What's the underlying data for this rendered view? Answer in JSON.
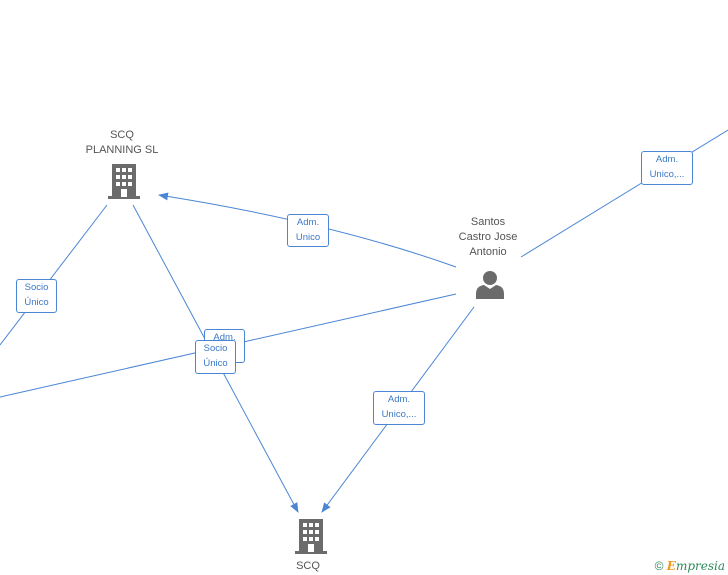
{
  "nodes": {
    "scq_planning": {
      "label": "SCQ\nPLANNING  SL",
      "icon": "building-icon"
    },
    "santos": {
      "label": "Santos\nCastro Jose\nAntonio",
      "icon": "person-icon"
    },
    "scq_bottom": {
      "label": "SCQ",
      "icon": "building-icon"
    }
  },
  "edges": {
    "adm_unico_top": "Adm.\nUnico",
    "adm_unico_right": "Adm.\nUnico,...",
    "socio_unico_left": "Socio\nÚnico",
    "adm_hidden": "Adm.",
    "socio_unico_center": "Socio\nÚnico",
    "adm_unico_bottom": "Adm.\nUnico,..."
  },
  "footer": {
    "copyright": "©",
    "brand_first": "E",
    "brand_rest": "mpresia"
  },
  "colors": {
    "edge": "#4a86d4",
    "icon": "#6b6b6b",
    "label": "#555555"
  }
}
